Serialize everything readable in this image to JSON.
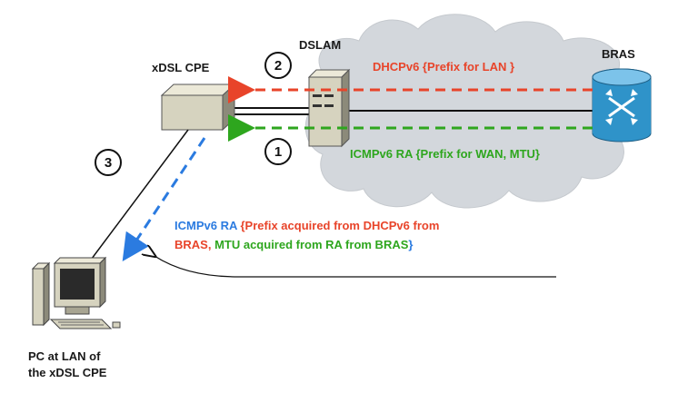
{
  "nodes": {
    "dslam": "DSLAM",
    "bras": "BRAS",
    "cpe": "xDSL CPE",
    "pc_line1": "PC at LAN of",
    "pc_line2": "the xDSL CPE"
  },
  "steps": {
    "s1": "1",
    "s2": "2",
    "s3": "3"
  },
  "messages": {
    "dhcp": "DHCPv6 {Prefix for LAN }",
    "icmp": "ICMPv6 RA {Prefix for WAN, MTU}",
    "ra_prefix": "ICMPv6 RA",
    "ra_brace1": "{Prefix acquired from DHCPv6 from",
    "ra_bras": "BRAS,",
    "ra_mtu": "MTU acquired from RA from BRAS",
    "ra_close": "}"
  },
  "colors": {
    "red": "#e8442a",
    "green": "#2ea61e",
    "blue": "#2b7be0",
    "cloud": "#d3d7dc",
    "router": "#2f93c9"
  }
}
